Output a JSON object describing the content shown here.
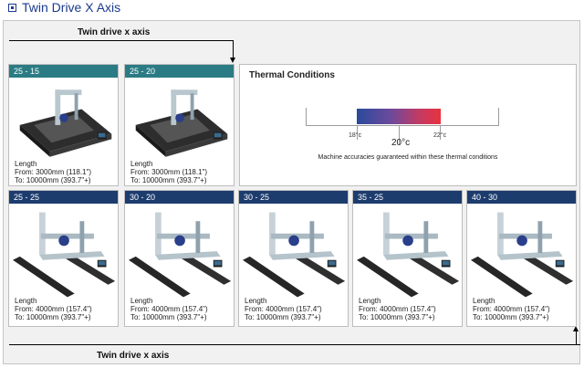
{
  "page": {
    "title": "Twin Drive X Axis"
  },
  "drive": {
    "label_top": "Twin drive x axis",
    "label_bottom": "Twin drive x axis"
  },
  "colors": {
    "teal_header": "#2a7b84",
    "navy_header": "#1d3c6e",
    "title_blue": "#1a3a8c"
  },
  "top_cards": [
    {
      "model": "25 - 15",
      "length_label": "Length",
      "from": "From: 3000mm (118.1\")",
      "to": "To: 10000mm (393.7\"+)"
    },
    {
      "model": "25 - 20",
      "length_label": "Length",
      "from": "From: 3000mm (118.1\")",
      "to": "To: 10000mm (393.7\"+)"
    }
  ],
  "bottom_cards": [
    {
      "model": "25 - 25",
      "length_label": "Length",
      "from": "From: 4000mm (157.4\")",
      "to": "To: 10000mm (393.7\"+)"
    },
    {
      "model": "30 - 20",
      "length_label": "Length",
      "from": "From: 4000mm (157.4\")",
      "to": "To: 10000mm (393.7\"+)"
    },
    {
      "model": "30 - 25",
      "length_label": "Length",
      "from": "From: 4000mm (157.4\")",
      "to": "To: 10000mm (393.7\"+)"
    },
    {
      "model": "35 - 25",
      "length_label": "Length",
      "from": "From: 4000mm (157.4\")",
      "to": "To: 10000mm (393.7\"+)"
    },
    {
      "model": "40 - 30",
      "length_label": "Length",
      "from": "From: 4000mm (157.4\")",
      "to": "To: 10000mm (393.7\"+)"
    }
  ],
  "thermal": {
    "title": "Thermal Conditions",
    "low": "18°c",
    "mid": "20°c",
    "high": "22°c",
    "caption": "Machine accuracies guaranteed within these thermal conditions"
  }
}
